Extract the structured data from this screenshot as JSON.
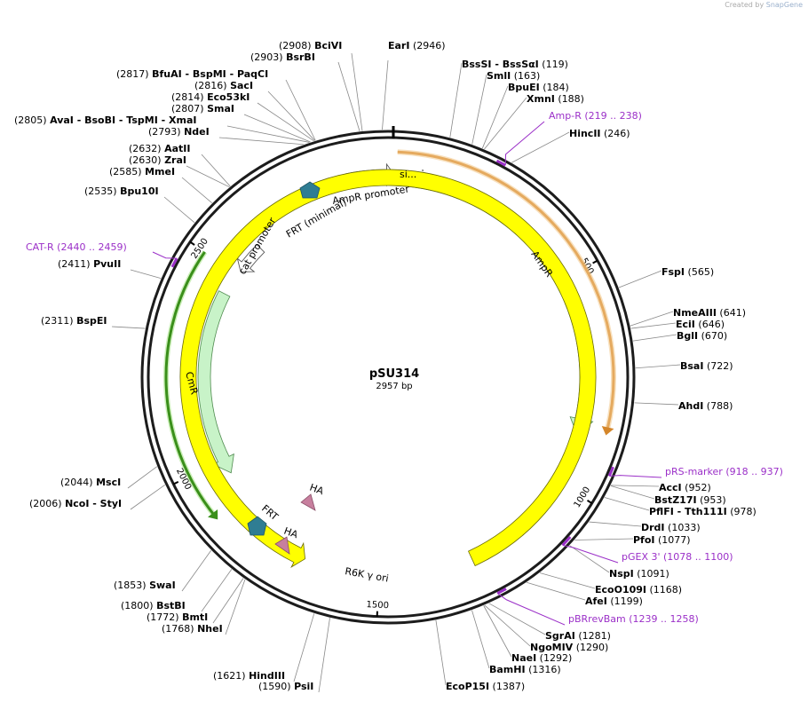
{
  "credit": {
    "prefix": "Created by",
    "brand": "SnapGene"
  },
  "plasmid": {
    "name": "pSU314",
    "length_label": "2957 bp",
    "length": 2957
  },
  "colors": {
    "primer": "#9b30c8",
    "arrow_fill": "#c8f0c8",
    "ori_fill": "#ffff00",
    "frt_fill": "#2f7d93",
    "ha_fill": "#c77f9e",
    "ampr_line": "#e8a030",
    "cmr_line": "#46a020"
  },
  "ticks": [
    {
      "bp": 500,
      "label": "500"
    },
    {
      "bp": 1000,
      "label": "1000"
    },
    {
      "bp": 1500,
      "label": "1500"
    },
    {
      "bp": 2000,
      "label": "2000"
    },
    {
      "bp": 2500,
      "label": "2500"
    }
  ],
  "features": {
    "si": "si...",
    "ampr": "AmpR",
    "ampr_promoter": "AmpR promoter",
    "frt_minimal": "FRT (minimal)",
    "cat_promoter": "cat promoter",
    "cmr": "CmR",
    "frt": "FRT",
    "ha1": "HA",
    "ha2": "HA",
    "ori": "R6K γ ori"
  },
  "sites": [
    {
      "name": "EarI",
      "pos": "(2946)"
    },
    {
      "name": "BciVI",
      "pos": "(2908)"
    },
    {
      "name": "BsrBI",
      "pos": "(2903)"
    },
    {
      "name": "BfuAI  - BspMI  - PaqCI",
      "pos": "(2817)"
    },
    {
      "name": "SacI",
      "pos": "(2816)"
    },
    {
      "name": "Eco53kI",
      "pos": "(2814)"
    },
    {
      "name": "SmaI",
      "pos": "(2807)"
    },
    {
      "name": "AvaI  - BsoBI  - TspMI  - XmaI",
      "pos": "(2805)"
    },
    {
      "name": "NdeI",
      "pos": "(2793)"
    },
    {
      "name": "AatII",
      "pos": "(2632)"
    },
    {
      "name": "ZraI",
      "pos": "(2630)"
    },
    {
      "name": "MmeI",
      "pos": "(2585)"
    },
    {
      "name": "Bpu10I",
      "pos": "(2535)"
    },
    {
      "name": "PvuII",
      "pos": "(2411)"
    },
    {
      "name": "BspEI",
      "pos": "(2311)"
    },
    {
      "name": "MscI",
      "pos": "(2044)"
    },
    {
      "name": "NcoI  - StyI",
      "pos": "(2006)"
    },
    {
      "name": "SwaI",
      "pos": "(1853)"
    },
    {
      "name": "BstBI",
      "pos": "(1800)"
    },
    {
      "name": "BmtI",
      "pos": "(1772)"
    },
    {
      "name": "NheI",
      "pos": "(1768)"
    },
    {
      "name": "HindIII",
      "pos": "(1621)"
    },
    {
      "name": "PsiI",
      "pos": "(1590)"
    },
    {
      "name": "EcoP15I",
      "pos": "(1387)"
    },
    {
      "name": "BamHI",
      "pos": "(1316)"
    },
    {
      "name": "NaeI",
      "pos": "(1292)"
    },
    {
      "name": "NgoMIV",
      "pos": "(1290)"
    },
    {
      "name": "SgrAI",
      "pos": "(1281)"
    },
    {
      "name": "AfeI",
      "pos": "(1199)"
    },
    {
      "name": "EcoO109I",
      "pos": "(1168)"
    },
    {
      "name": "NspI",
      "pos": "(1091)"
    },
    {
      "name": "PfoI",
      "pos": "(1077)"
    },
    {
      "name": "DrdI",
      "pos": "(1033)"
    },
    {
      "name": "PflFI  - Tth111I",
      "pos": "(978)"
    },
    {
      "name": "BstZ17I",
      "pos": "(953)"
    },
    {
      "name": "AccI",
      "pos": "(952)"
    },
    {
      "name": "AhdI",
      "pos": "(788)"
    },
    {
      "name": "BsaI",
      "pos": "(722)"
    },
    {
      "name": "BglI",
      "pos": "(670)"
    },
    {
      "name": "EciI",
      "pos": "(646)"
    },
    {
      "name": "NmeAIII",
      "pos": "(641)"
    },
    {
      "name": "FspI",
      "pos": "(565)"
    },
    {
      "name": "HincII",
      "pos": "(246)"
    },
    {
      "name": "XmnI",
      "pos": "(188)"
    },
    {
      "name": "BpuEI",
      "pos": "(184)"
    },
    {
      "name": "SmlI",
      "pos": "(163)"
    },
    {
      "name": "BssSI  - BssSαI",
      "pos": "(119)"
    }
  ],
  "primers": [
    {
      "name": "Amp-R",
      "range": "(219 .. 238)"
    },
    {
      "name": "CAT-R",
      "range": "(2440 .. 2459)"
    },
    {
      "name": "pRS-marker",
      "range": "(918 .. 937)"
    },
    {
      "name": "pGEX 3'",
      "range": "(1078 .. 1100)"
    },
    {
      "name": "pBRrevBam",
      "range": "(1239 .. 1258)"
    }
  ]
}
